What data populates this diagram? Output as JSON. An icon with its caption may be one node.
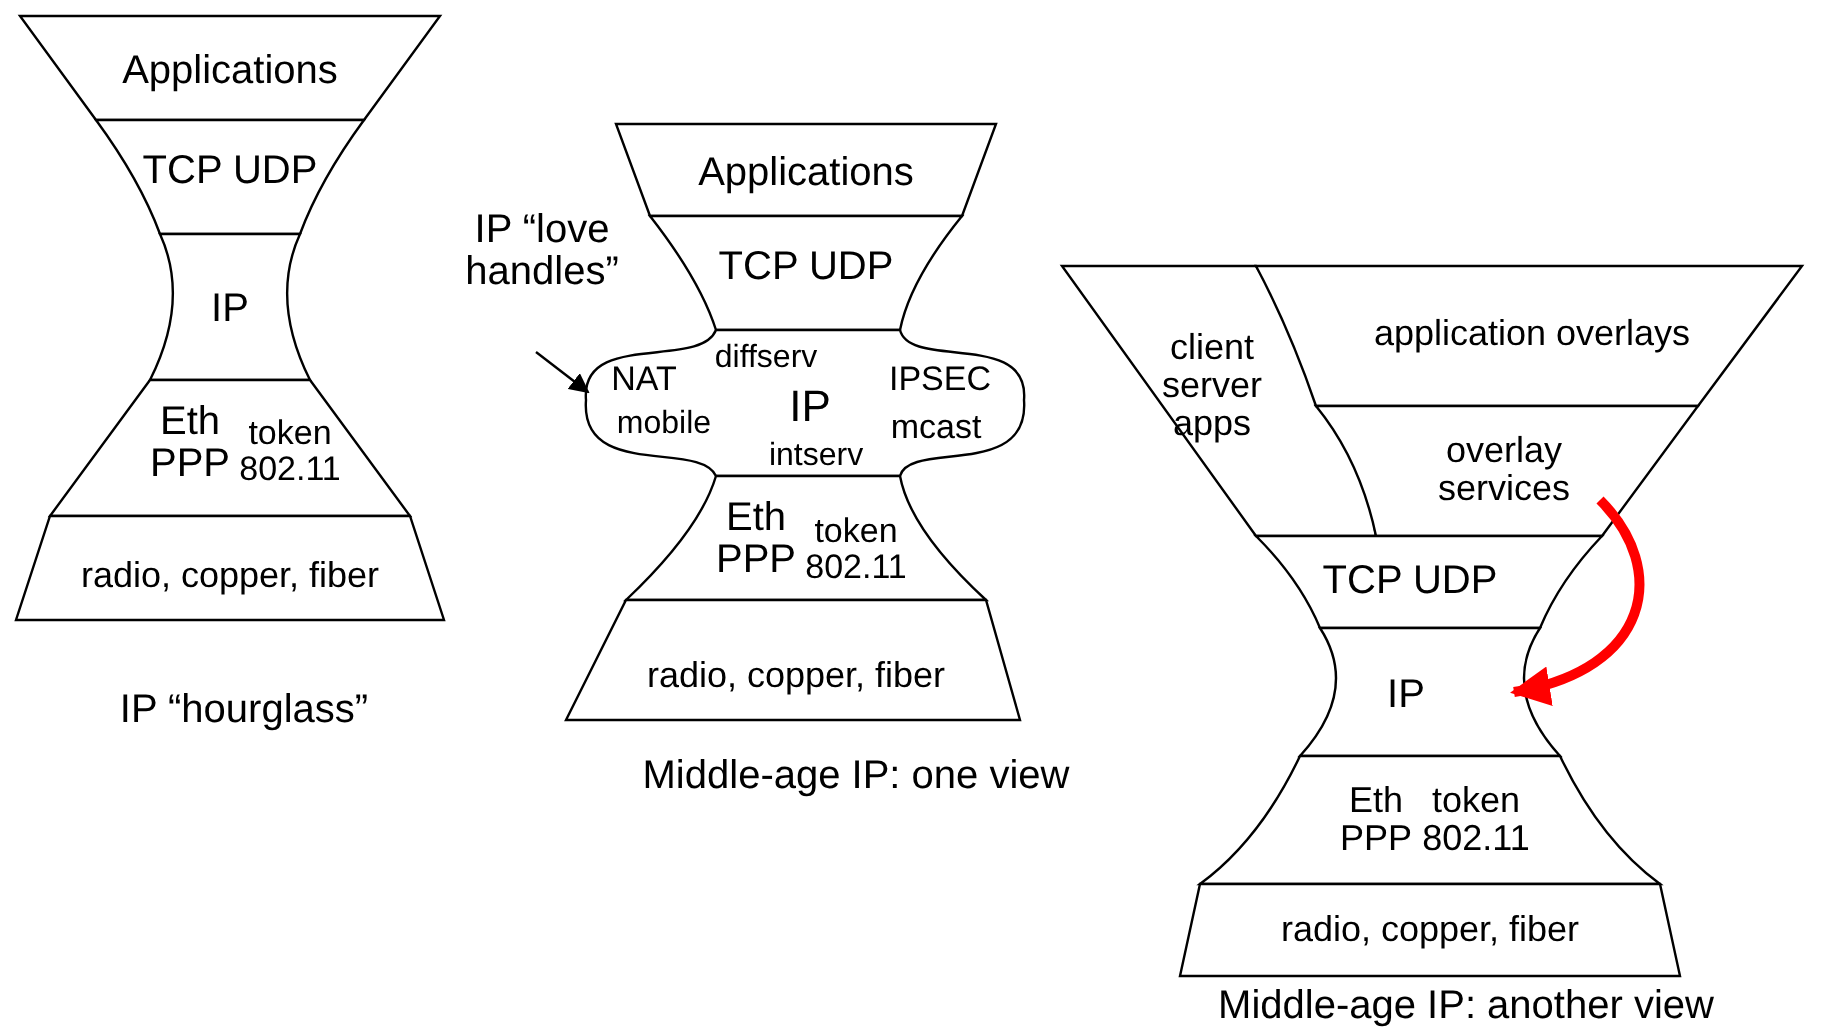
{
  "diagram": {
    "nodes": [
      {
        "text": [
          "Applications"
        ]
      },
      {
        "text": [
          "TCP UDP"
        ]
      },
      {
        "text": [
          "IP"
        ]
      },
      {
        "text": [
          "Eth PPP",
          "token 802.11"
        ]
      },
      {
        "text": [
          "radio, copper, fiber"
        ]
      },
      {
        "text": [
          "Applications"
        ]
      },
      {
        "text": [
          "TCP UDP"
        ]
      },
      {
        "text": [
          "NAT",
          "diffserv",
          "IPSEC",
          "mobile",
          "IP",
          "mcast",
          "intserv"
        ]
      },
      {
        "text": [
          "Eth PPP",
          "token 802.11"
        ]
      },
      {
        "text": [
          "radio, copper, fiber"
        ]
      },
      {
        "text": [
          "IP “love handles”"
        ]
      },
      {
        "text": [
          "client server apps"
        ]
      },
      {
        "text": [
          "application overlays"
        ]
      },
      {
        "text": [
          "overlay services"
        ]
      },
      {
        "text": [
          "TCP UDP"
        ]
      },
      {
        "text": [
          "IP"
        ]
      },
      {
        "text": [
          "Eth PPP",
          "token 802.11"
        ]
      },
      {
        "text": [
          "radio, copper, fiber"
        ]
      }
    ],
    "edges": [
      {
        "from": 10,
        "to": 7,
        "arrow": "to"
      },
      {
        "from": 13,
        "to": 15,
        "arrow": "to",
        "style": "thick",
        "color": "#ff0000"
      }
    ],
    "labels": [
      "IP “hourglass”",
      "Middle-age IP: one view",
      "Middle-age IP: another view"
    ]
  }
}
